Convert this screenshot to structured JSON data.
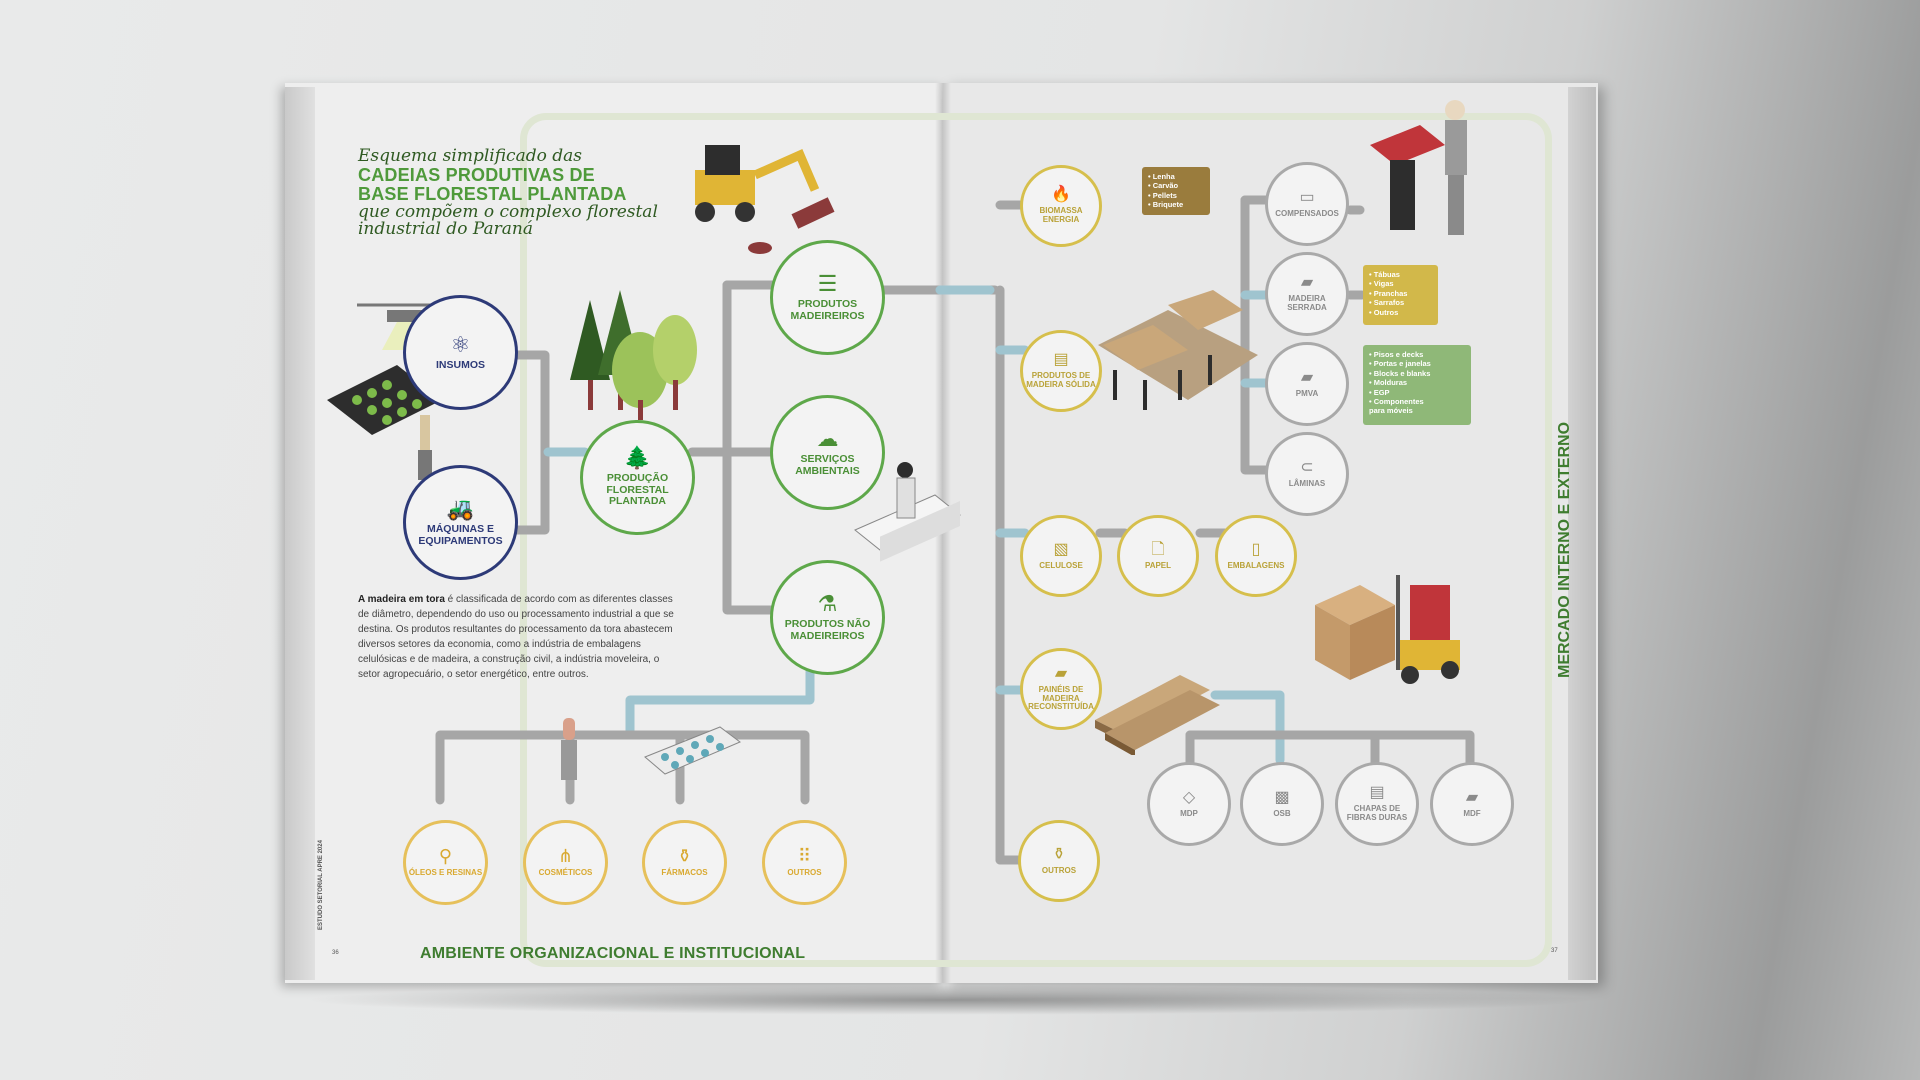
{
  "title": {
    "line1": "Esquema simplificado das",
    "line2": "CADEIAS PRODUTIVAS DE",
    "line3": "BASE FLORESTAL PLANTADA",
    "line4": "que compõem o complexo florestal",
    "line5": "industrial do Paraná"
  },
  "left_nodes": {
    "insumos": "INSUMOS",
    "maquinas": "MÁQUINAS E EQUIPAMENTOS",
    "producao": "PRODUÇÃO FLORESTAL PLANTADA",
    "madeireiros": "PRODUTOS MADEIREIROS",
    "servicos": "SERVIÇOS AMBIENTAIS",
    "nao_madeireiros": "PRODUTOS NÃO MADEIREIROS",
    "oleos": "ÓLEOS E RESINAS",
    "cosmeticos": "COSMÉTICOS",
    "farmacos": "FÁRMACOS",
    "outros_l": "OUTROS"
  },
  "body": {
    "bold": "A madeira em tora",
    "text": " é classificada de acordo com as diferentes classes de diâmetro, dependendo do uso ou processamento industrial a que se destina. Os produtos resultantes do processamento da tora abastecem diversos setores da economia, como a indústria de embalagens celulósicas e de madeira, a construção civil, a indústria moveleira, o setor agropecuário, o setor energético, entre outros."
  },
  "footer": {
    "left_title": "AMBIENTE ORGANIZACIONAL E INSTITUCIONAL",
    "left_page": "36",
    "left_side": "ESTUDO SETORIAL APRE 2024",
    "right_page": "37",
    "right_side": "MERCADO INTERNO E EXTERNO"
  },
  "right_nodes": {
    "biomassa": "BIOMASSA ENERGIA",
    "compensados": "COMPENSADOS",
    "madeira_serrada": "MADEIRA SERRADA",
    "pmva": "PMVA",
    "laminas": "LÂMINAS",
    "madeira_solida": "PRODUTOS DE MADEIRA SÓLIDA",
    "celulose": "CELULOSE",
    "papel": "PAPEL",
    "embalagens": "EMBALAGENS",
    "paineis": "PAINÉIS DE MADEIRA RECONSTITUÍDA",
    "mdp": "MDP",
    "osb": "OSB",
    "chapas": "CHAPAS DE FIBRAS DURAS",
    "mdf": "MDF",
    "outros_r": "OUTROS"
  },
  "tags": {
    "biomassa": [
      "• Lenha",
      "• Carvão",
      "• Pellets",
      "• Briquete"
    ],
    "serrada": [
      "• Tábuas",
      "• Vigas",
      "• Pranchas",
      "• Sarrafos",
      "• Outros"
    ],
    "pmva": [
      "• Pisos e decks",
      "• Portas e janelas",
      "• Blocks e blanks",
      "• Molduras",
      "• EGP",
      "• Componentes",
      "  para móveis"
    ]
  }
}
